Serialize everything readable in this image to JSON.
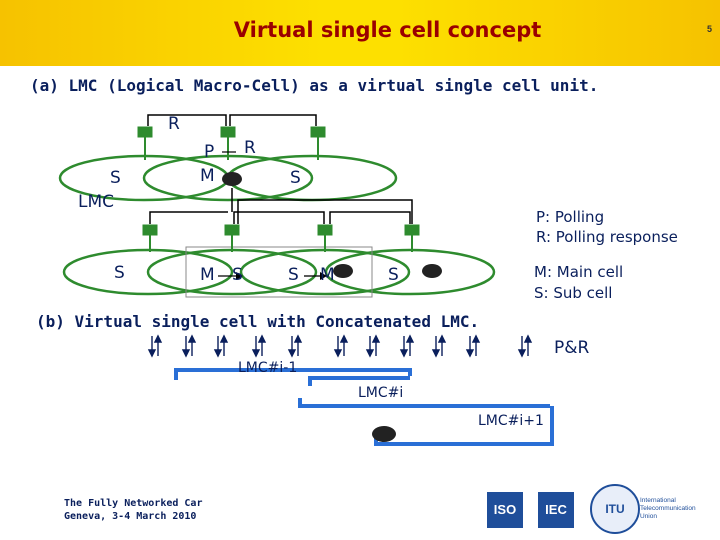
{
  "header": {
    "title": "Virtual single cell concept",
    "page_number": "5"
  },
  "section_a": {
    "heading": "(a) LMC (Logical Macro-Cell) as a virtual single cell unit.",
    "labels": {
      "r1": "R",
      "p": "P",
      "r2": "R",
      "s_left": "S",
      "m": "M",
      "s_right": "S",
      "lmc": "LMC",
      "s_b1": "S",
      "m_b": "M",
      "s_b2": "S",
      "s_b3": "S",
      "m_b2": "M",
      "s_b4": "S"
    }
  },
  "legend": {
    "polling": "P: Polling",
    "response": "R: Polling response",
    "main": "M: Main cell",
    "sub": "S: Sub cell"
  },
  "section_b": {
    "heading": "(b) Virtual single cell with Concatenated LMC.",
    "pr_label": "P&R",
    "lmc_prev": "LMC#i-1",
    "lmc_cur": "LMC#i",
    "lmc_next": "LMC#i+1"
  },
  "footer": {
    "line1": "The Fully Networked Car",
    "line2": "Geneva, 3-4 March 2010"
  },
  "logos": {
    "iso": "ISO",
    "iec": "IEC",
    "itu": "ITU",
    "itu_text": [
      "International",
      "Telecommunication",
      "Union"
    ]
  }
}
